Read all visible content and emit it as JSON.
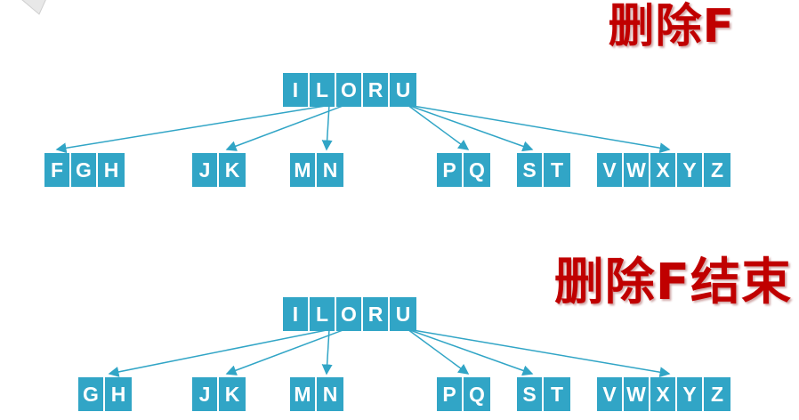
{
  "title_before": "删除F",
  "title_after": "删除F结束",
  "colors": {
    "node_fill": "#31a5c6",
    "title": "#c00000",
    "arrow": "#31a5c6"
  },
  "tree_before": {
    "root": [
      "I",
      "L",
      "O",
      "R",
      "U"
    ],
    "children": [
      [
        "F",
        "G",
        "H"
      ],
      [
        "J",
        "K"
      ],
      [
        "M",
        "N"
      ],
      [
        "P",
        "Q"
      ],
      [
        "S",
        "T"
      ],
      [
        "V",
        "W",
        "X",
        "Y",
        "Z"
      ]
    ]
  },
  "tree_after": {
    "root": [
      "I",
      "L",
      "O",
      "R",
      "U"
    ],
    "children": [
      [
        "G",
        "H"
      ],
      [
        "J",
        "K"
      ],
      [
        "M",
        "N"
      ],
      [
        "P",
        "Q"
      ],
      [
        "S",
        "T"
      ],
      [
        "V",
        "W",
        "X",
        "Y",
        "Z"
      ]
    ]
  }
}
